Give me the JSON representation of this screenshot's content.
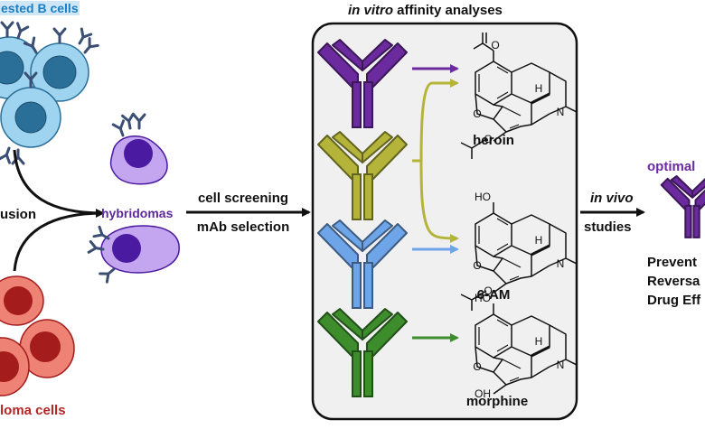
{
  "labels": {
    "b_cells": "ested B cells",
    "fusion": "usion",
    "hybridomas": "hybridomas",
    "myeloma": "loma cells",
    "screen_line1": "cell screening",
    "screen_line2": "mAb selection",
    "affinity_italic": "in vitro",
    "affinity_rest": " affinity analyses",
    "in_vivo_italic": "in vivo",
    "studies": "studies",
    "optimal": "optimal",
    "outcome_line1": "Prevent",
    "outcome_line2": "Reversa",
    "outcome_line3": "Drug Eff"
  },
  "compounds": [
    {
      "name": "heroin",
      "oh": "",
      "ester_top": true,
      "ester_bottom": true
    },
    {
      "name": "6-AM",
      "oh": "HO",
      "ester_top": false,
      "ester_bottom": true
    },
    {
      "name": "morphine",
      "oh": "HO",
      "ester_top": false,
      "ester_bottom": false
    }
  ],
  "atoms": {
    "o": "O",
    "h": "H",
    "n": "N"
  },
  "colors": {
    "b_cell": "#9fd4f0",
    "b_cell_nucleus": "#2a6f98",
    "myeloma_cell": "#ee8274",
    "myeloma_nucleus": "#a41c1c",
    "hybridoma_cell": "#c3a6ef",
    "hybridoma_nucleus": "#4a1aa0",
    "antibody_purple": "#6b2a9e",
    "antibody_olive": "#b4b43a",
    "antibody_blue": "#6ea5e8",
    "antibody_green": "#3e8d2d",
    "antibody_small": "#3b4e73",
    "panel_fill": "#f0f0f0",
    "hybridomas_text": "#5c2a9b",
    "myeloma_text": "#b52626",
    "b_cells_text": "#1b7fc0"
  }
}
